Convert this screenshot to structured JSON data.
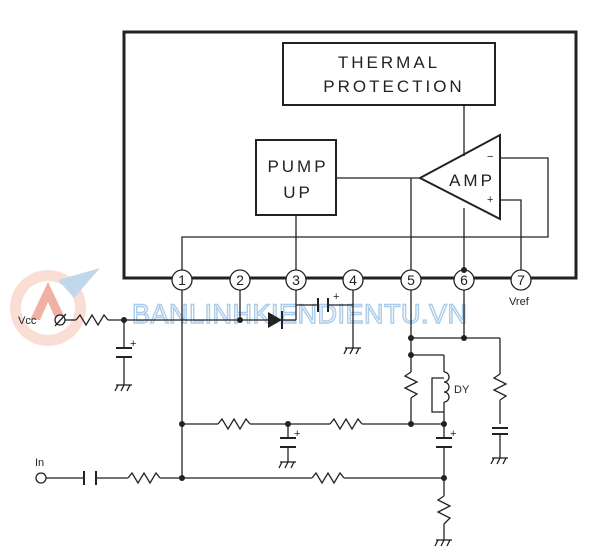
{
  "blocks": {
    "thermal_line1": "THERMAL",
    "thermal_line2": "PROTECTION",
    "pump_line1": "PUMP",
    "pump_line2": "UP",
    "amp": "AMP",
    "amp_minus": "−",
    "amp_plus": "+"
  },
  "pins": [
    "1",
    "2",
    "3",
    "4",
    "5",
    "6",
    "7"
  ],
  "labels": {
    "vcc": "Vcc",
    "vref": "Vref",
    "dy": "DY",
    "input": "In",
    "plus": "+"
  },
  "watermark": "BANLINHKIENDIENTU.VN"
}
